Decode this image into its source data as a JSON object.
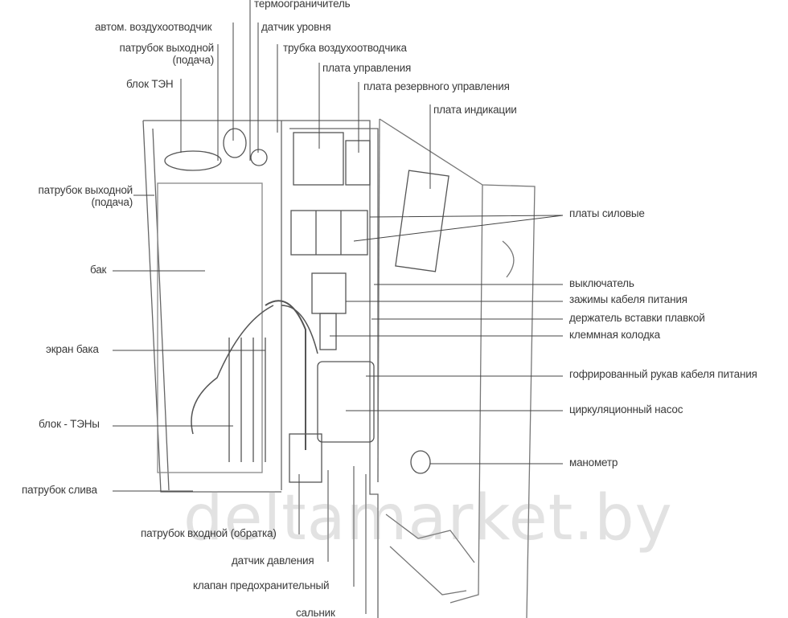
{
  "labels": {
    "thermo_limiter": "термоограничитель",
    "auto_air_vent": "автом. воздухоотводчик",
    "level_sensor": "датчик уровня",
    "outlet_pipe_top_1": "патрубок выходной",
    "outlet_pipe_top_2": "(подача)",
    "air_vent_tube": "трубка воздухоотводчика",
    "control_board": "плата управления",
    "heater_block": "блок ТЭН",
    "backup_control_board": "плата резервного управления",
    "indication_board": "плата индикации",
    "outlet_pipe_left_1": "патрубок выходной",
    "outlet_pipe_left_2": "(подача)",
    "power_boards": "платы силовые",
    "tank": "бак",
    "switch": "выключатель",
    "power_cable_clamps": "зажимы кабеля питания",
    "fuse_holder": "держатель вставки плавкой",
    "terminal_block": "клеммная колодка",
    "tank_screen": "экран бака",
    "corrugated_sleeve": "гофрированный рукав кабеля питания",
    "circulation_pump": "циркуляционный насос",
    "heaters_block": "блок - ТЭНы",
    "manometer": "манометр",
    "drain_pipe": "патрубок слива",
    "inlet_pipe": "патрубок входной (обратка)",
    "pressure_sensor": "датчик давления",
    "safety_valve": "клапан предохранительный",
    "gland": "сальник"
  },
  "watermark": "deltamarket.by"
}
